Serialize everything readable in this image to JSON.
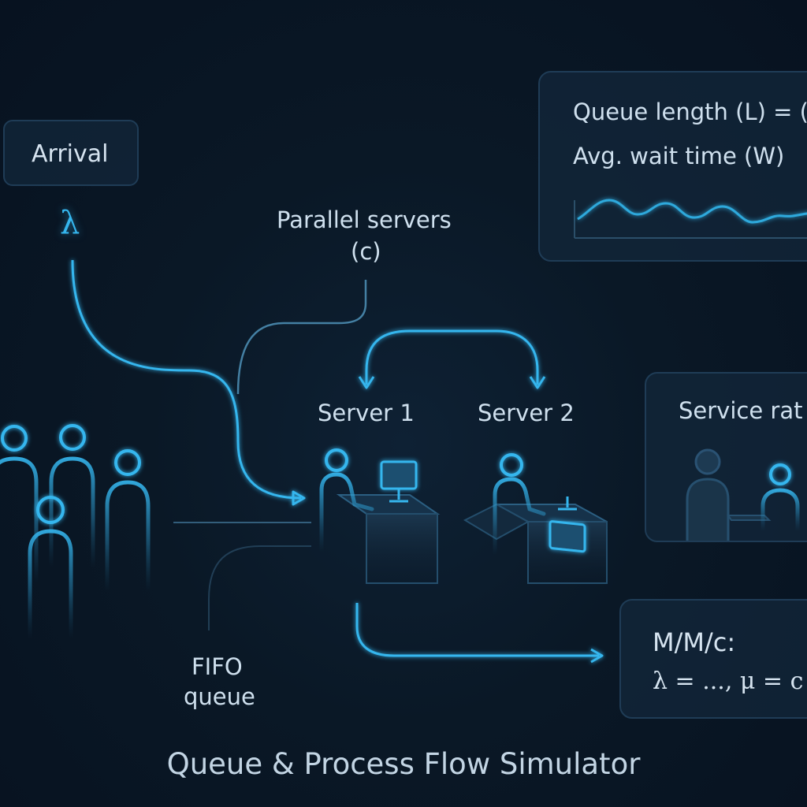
{
  "title": "Queue & Process Flow Simulator",
  "arrival": {
    "box_label": "Arrival",
    "rate_symbol": "λ"
  },
  "parallel_servers": {
    "line1": "Parallel servers",
    "line2": "(c)"
  },
  "servers": [
    {
      "label": "Server 1"
    },
    {
      "label": "Server 2"
    }
  ],
  "fifo_queue": {
    "line1": "FIFO",
    "line2": "queue"
  },
  "metrics_panel": {
    "queue_length": "Queue length (L) = (",
    "avg_wait": "Avg. wait time (W)"
  },
  "service_panel": {
    "title": "Service rat"
  },
  "model_panel": {
    "line1": "M/M/c:",
    "line2": "λ = ..., μ = c"
  },
  "colors": {
    "accent": "#35b6ee",
    "background": "#0a1826",
    "panel": "#12263a",
    "panel_border": "#1f3c56",
    "text": "#cfe0ee"
  }
}
